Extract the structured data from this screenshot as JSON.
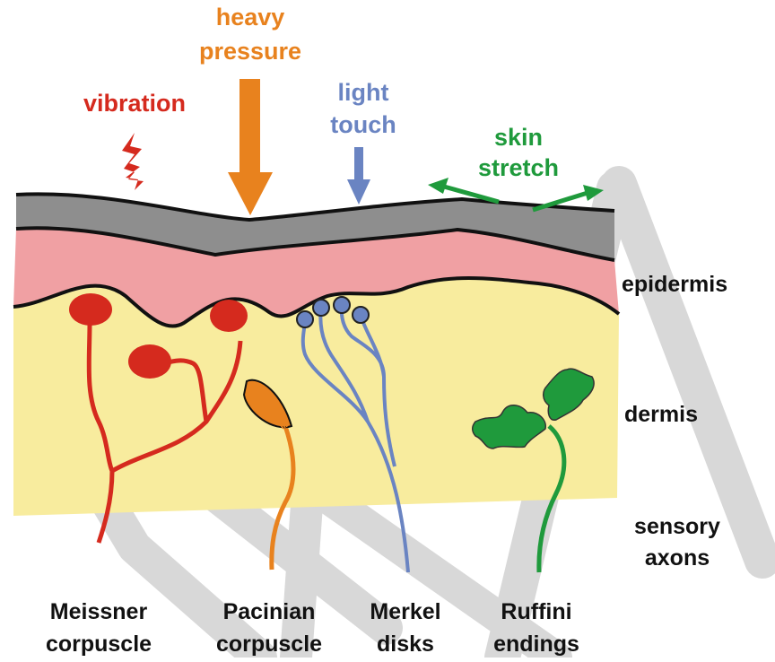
{
  "colors": {
    "vibration": "#d52a1e",
    "pressure": "#e8821e",
    "touch": "#6a84c2",
    "stretch": "#1f9a3c",
    "epidermis_outer": "#8e8e8e",
    "epidermis": "#f0a0a3",
    "dermis": "#f8ec9e",
    "watermark": "#d8d8d8"
  },
  "stimuli": {
    "vibration": "vibration",
    "pressure_line1": "heavy",
    "pressure_line2": "pressure",
    "touch_line1": "light",
    "touch_line2": "touch",
    "stretch_line1": "skin",
    "stretch_line2": "stretch"
  },
  "layers": {
    "epidermis": "epidermis",
    "dermis": "dermis",
    "axons_line1": "sensory",
    "axons_line2": "axons"
  },
  "receptors": {
    "meissner_line1": "Meissner",
    "meissner_line2": "corpuscle",
    "pacinian_line1": "Pacinian",
    "pacinian_line2": "corpuscle",
    "merkel_line1": "Merkel",
    "merkel_line2": "disks",
    "ruffini_line1": "Ruffini",
    "ruffini_line2": "endings"
  },
  "icons": {
    "vibration": "zigzag-arrow-icon",
    "pressure": "thick-down-arrow-icon",
    "touch": "thin-down-arrow-icon",
    "stretch": "outward-arrows-icon"
  }
}
